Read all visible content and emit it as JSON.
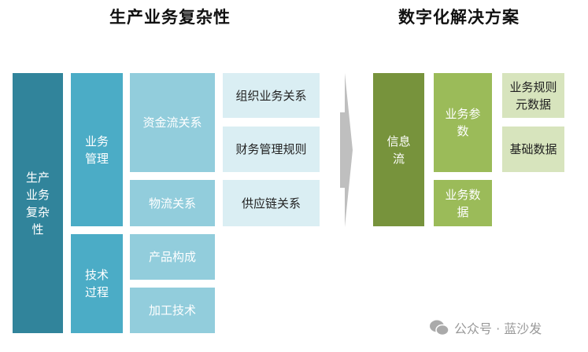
{
  "titles": {
    "left": "生产业务复杂性",
    "right": "数字化解决方案"
  },
  "left": {
    "root": "生产业务复杂性",
    "biz_mgmt": "业务管理",
    "tech_proc": "技术过程",
    "fund_flow": "资金流关系",
    "logistics": "物流关系",
    "product": "产品构成",
    "processing": "加工技术",
    "org_rel": "组织业务关系",
    "finance_rules": "财务管理规则",
    "supply_chain": "供应链关系"
  },
  "right": {
    "info_flow": "信息流",
    "biz_params": "业务参数",
    "biz_data": "业务数据",
    "rule_meta": "业务规则元数据",
    "base_data": "基础数据"
  },
  "watermark": {
    "text": "公众号 · 蓝沙发",
    "icon": "wechat-icon"
  },
  "colors": {
    "teal_dark": "#31849b",
    "green_dark": "#77933c"
  }
}
